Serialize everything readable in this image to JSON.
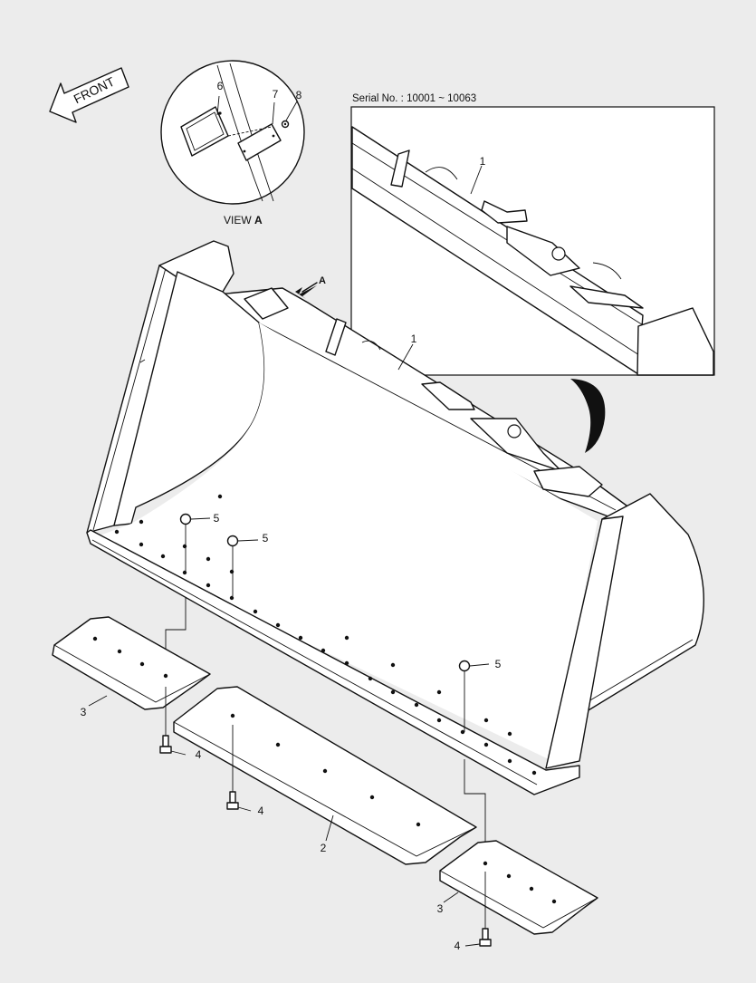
{
  "front_label": "FRONT",
  "view_caption": {
    "prefix": "VIEW ",
    "letter": "A"
  },
  "view_arrow_label": "A",
  "serial_label": "Serial No. : 10001 ~ 10063",
  "callouts": {
    "c1": "1",
    "c1_inset": "1",
    "c2": "2",
    "c3a": "3",
    "c3b": "3",
    "c4a": "4",
    "c4b": "4",
    "c4c": "4",
    "c5a": "5",
    "c5b": "5",
    "c5c": "5",
    "c6": "6",
    "c7": "7",
    "c8": "8"
  }
}
